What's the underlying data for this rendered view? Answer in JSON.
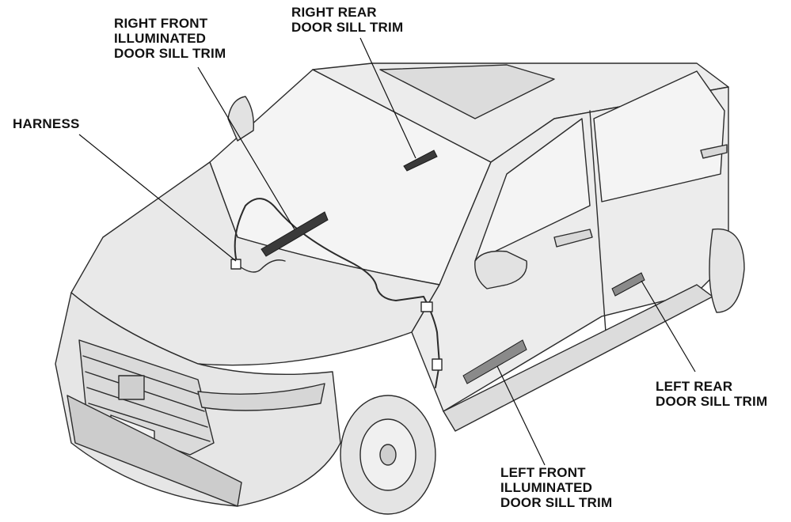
{
  "labels": {
    "right_front": [
      "RIGHT FRONT",
      "ILLUMINATED",
      "DOOR SILL TRIM"
    ],
    "right_rear": [
      "RIGHT REAR",
      "DOOR SILL TRIM"
    ],
    "harness": [
      "HARNESS"
    ],
    "left_rear": [
      "LEFT REAR",
      "DOOR SILL TRIM"
    ],
    "left_front": [
      "LEFT FRONT",
      "ILLUMINATED",
      "DOOR SILL TRIM"
    ]
  },
  "colors": {
    "line": "#2b2b2b",
    "body_fill": "#e9e9e9",
    "glass_fill": "#f4f4f4",
    "trim_fill": "#3a3a3a"
  }
}
